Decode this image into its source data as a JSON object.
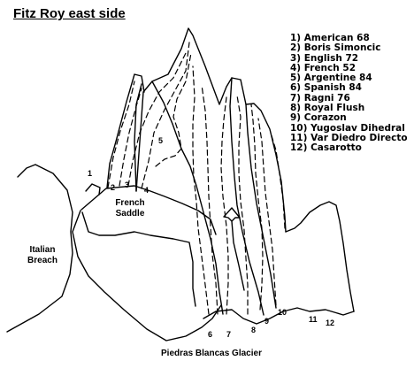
{
  "title": "Fitz Roy east side",
  "legend": [
    "1) American 68",
    "2) Boris Simoncic",
    "3) English 72",
    "4) French 52",
    "5) Argentine 84",
    "6) Spanish 84",
    "7) Ragni 76",
    "8) Royal Flush",
    "9) Corazon",
    "10) Yugoslav Dihedral",
    "11) Var Diedro Directo",
    "12) Casarotto"
  ],
  "places": {
    "french_saddle_line1": "French",
    "french_saddle_line2": "Saddle",
    "italian_breach_line1": "Italian",
    "italian_breach_line2": "Breach",
    "glacier": "Piedras Blancas Glacier"
  },
  "route_numbers": {
    "r1": "1",
    "r2": "2",
    "r3": "3",
    "r4": "4",
    "r5": "5",
    "r6": "6",
    "r7": "7",
    "r8": "8",
    "r9": "9",
    "r10": "10",
    "r11": "11",
    "r12": "12"
  }
}
